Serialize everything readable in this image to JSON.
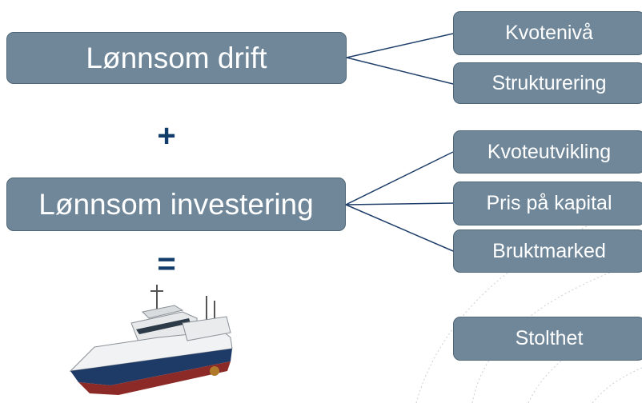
{
  "main_boxes": [
    {
      "label": "Lønnsom drift"
    },
    {
      "label": "Lønnsom investering"
    }
  ],
  "operators": {
    "plus": "+",
    "equals": "="
  },
  "factors_drift": [
    {
      "label": "Kvotenivå"
    },
    {
      "label": "Strukturering"
    }
  ],
  "factors_investering": [
    {
      "label": "Kvoteutvikling"
    },
    {
      "label": "Pris på kapital"
    },
    {
      "label": "Bruktmarked"
    }
  ],
  "extra_factor": {
    "label": "Stolthet"
  },
  "colors": {
    "box_fill": "#6f8799",
    "box_border": "#4f6676",
    "box_text": "#ffffff",
    "operator": "#123d6b",
    "connector": "#1f3f6a"
  }
}
